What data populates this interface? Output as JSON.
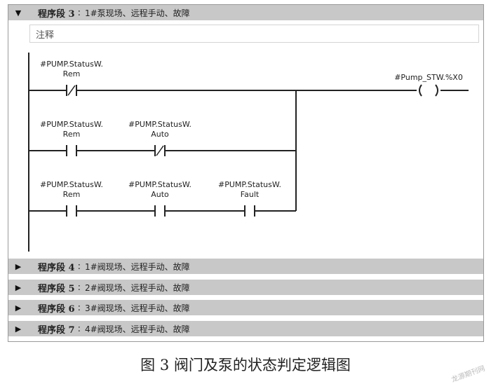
{
  "segments": {
    "expanded": {
      "label": "程序段 3",
      "title": "1#泵现场、远程手动、故障",
      "comment_placeholder": "注释"
    },
    "collapsed": [
      {
        "label": "程序段 4",
        "title": "1#阀现场、远程手动、故障"
      },
      {
        "label": "程序段 5",
        "title": "2#阀现场、远程手动、故障"
      },
      {
        "label": "程序段 6",
        "title": "3#阀现场、远程手动、故障"
      },
      {
        "label": "程序段 7",
        "title": "4#阀现场、远程手动、故障"
      }
    ]
  },
  "icons": {
    "expanded": "triangle-down-icon",
    "collapsed": "triangle-right-icon"
  },
  "ladder": {
    "rungs": [
      {
        "contacts": [
          {
            "tag": "#PUMP.StatusW.",
            "field": "Rem",
            "type": "NC"
          }
        ]
      },
      {
        "contacts": [
          {
            "tag": "#PUMP.StatusW.",
            "field": "Rem",
            "type": "NO"
          },
          {
            "tag": "#PUMP.StatusW.",
            "field": "Auto",
            "type": "NC"
          }
        ]
      },
      {
        "contacts": [
          {
            "tag": "#PUMP.StatusW.",
            "field": "Rem",
            "type": "NO"
          },
          {
            "tag": "#PUMP.StatusW.",
            "field": "Auto",
            "type": "NO"
          },
          {
            "tag": "#PUMP.StatusW.",
            "field": "Fault",
            "type": "NO"
          }
        ]
      }
    ],
    "coil": {
      "tag": "#Pump_STW.%X0"
    }
  },
  "caption": "图 3 阀门及泵的状态判定逻辑图",
  "watermark": "龙源期刊网",
  "colors": {
    "header_bg": "#c8c8c8",
    "rail": "#222222"
  }
}
